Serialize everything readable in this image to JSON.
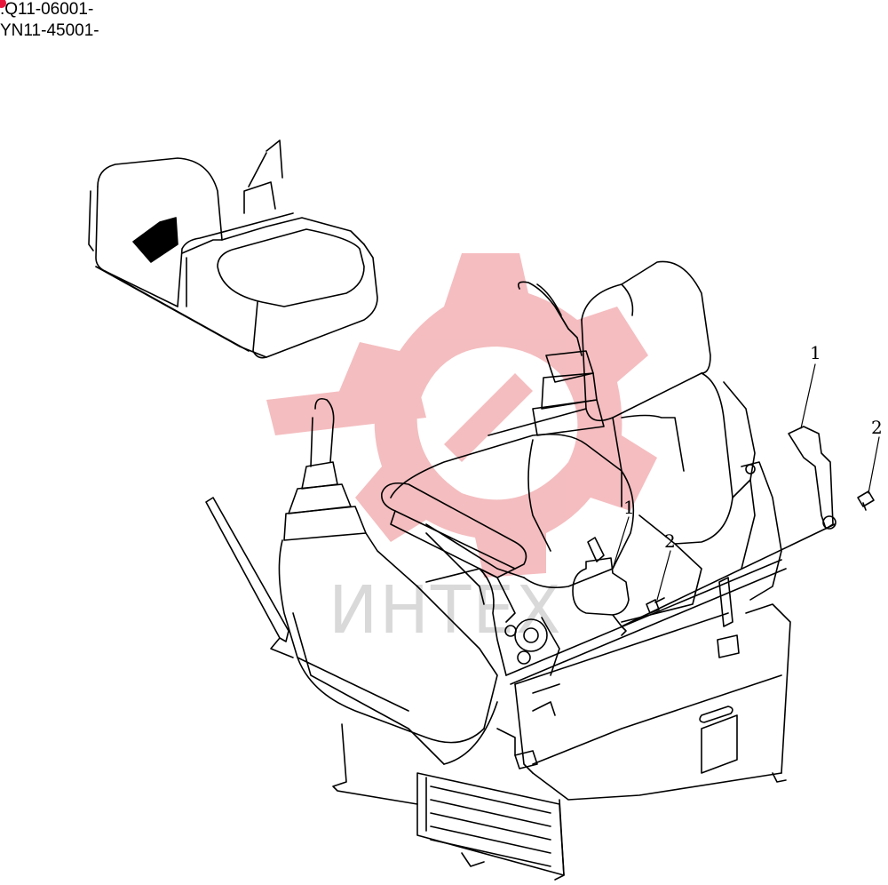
{
  "header": {
    "serial_1": ".Q11-06001-",
    "serial_2": "YN11-45001-"
  },
  "callouts": {
    "label_1a": "1",
    "label_1b": "1",
    "label_2a": "2",
    "label_2b": "2"
  },
  "watermark": {
    "text": "ИНТЕХ"
  },
  "colors": {
    "watermark_red": "#f3b2b5",
    "watermark_grey": "#d9d9d9",
    "marker_red": "#e8183c",
    "line": "#000000"
  }
}
